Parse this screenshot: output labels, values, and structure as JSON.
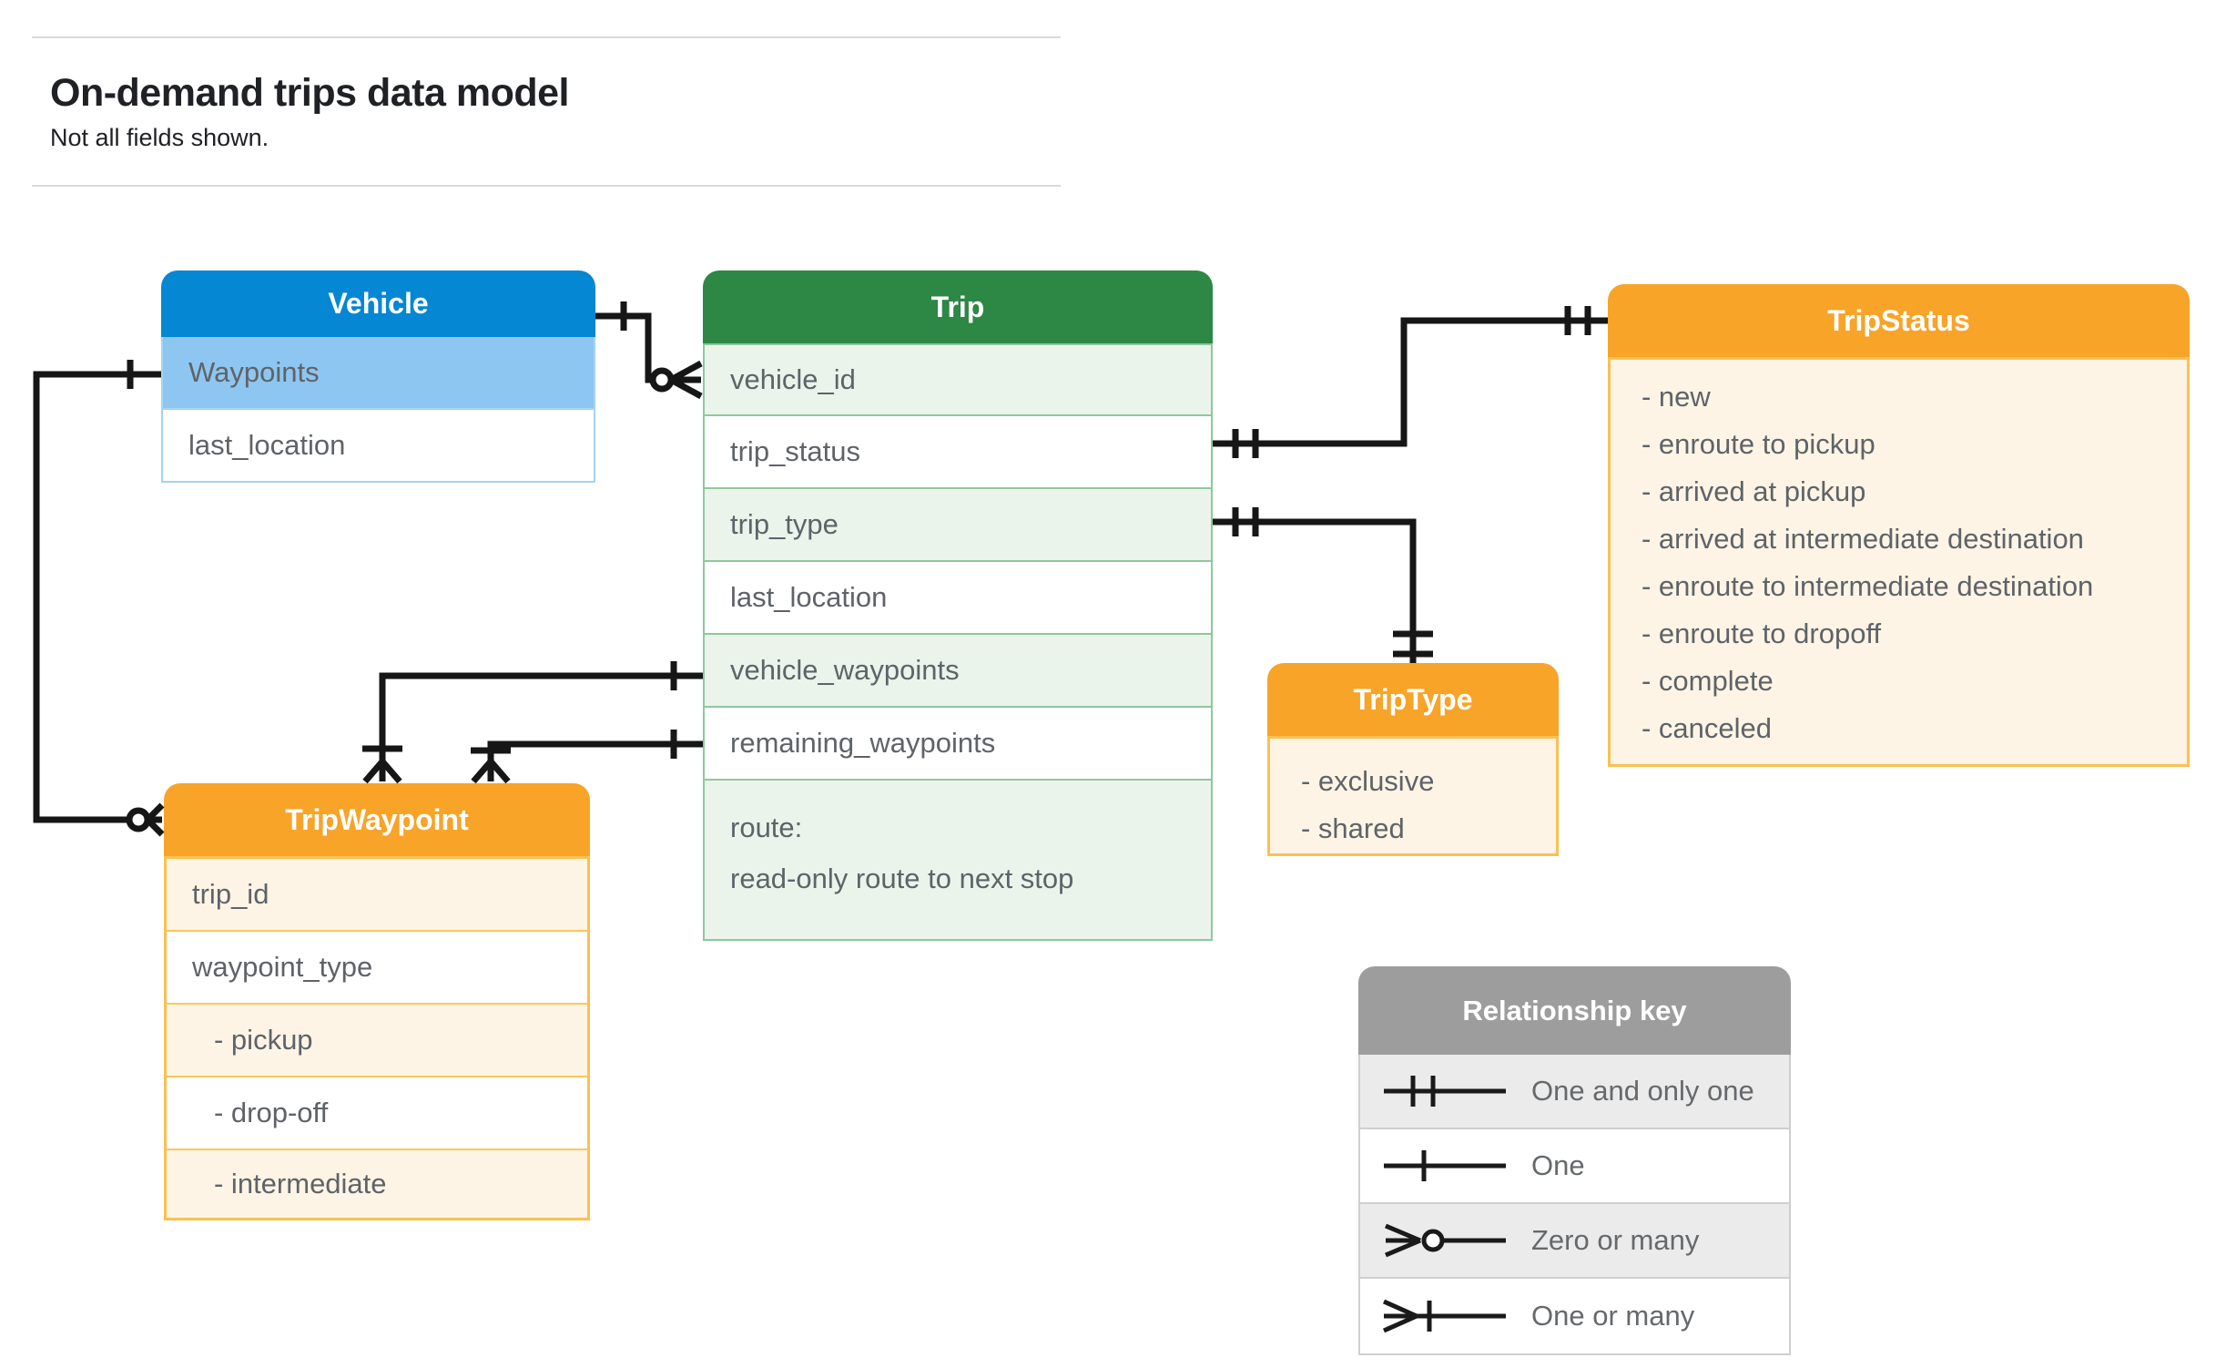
{
  "header": {
    "title": "On-demand trips data model",
    "subtitle": "Not all fields shown."
  },
  "entities": {
    "vehicle": {
      "title": "Vehicle",
      "fields": [
        "Waypoints",
        "last_location"
      ]
    },
    "trip": {
      "title": "Trip",
      "fields": [
        "vehicle_id",
        "trip_status",
        "trip_type",
        "last_location",
        "vehicle_waypoints",
        "remaining_waypoints"
      ],
      "route_label": "route:",
      "route_note": "read-only route to next stop"
    },
    "tripstatus": {
      "title": "TripStatus",
      "values": [
        "- new",
        "- enroute to pickup",
        "- arrived at pickup",
        "- arrived at intermediate destination",
        "- enroute to intermediate destination",
        "- enroute to dropoff",
        "- complete",
        "- canceled"
      ]
    },
    "triptype": {
      "title": "TripType",
      "values": [
        "- exclusive",
        "- shared"
      ]
    },
    "tripwaypoint": {
      "title": "TripWaypoint",
      "fields": [
        "trip_id",
        "waypoint_type"
      ],
      "values": [
        "- pickup",
        "- drop-off",
        "- intermediate"
      ]
    }
  },
  "legend": {
    "title": "Relationship key",
    "rows": [
      {
        "symbol": "one-and-only-one-icon",
        "label": "One and only one"
      },
      {
        "symbol": "one-icon",
        "label": "One"
      },
      {
        "symbol": "zero-or-many-icon",
        "label": "Zero or many"
      },
      {
        "symbol": "one-or-many-icon",
        "label": "One or many"
      }
    ]
  },
  "colors": {
    "vehicle_header": "#0587d3",
    "vehicle_row": "#8dc6f1",
    "trip_header": "#2d8745",
    "trip_row": "#eaf4eb",
    "orange_header": "#f7a428",
    "orange_row": "#fdf4e5",
    "orange_border": "#fbc052",
    "legend_header": "#9d9d9d",
    "legend_row": "#ebebeb",
    "connector": "#161616"
  }
}
